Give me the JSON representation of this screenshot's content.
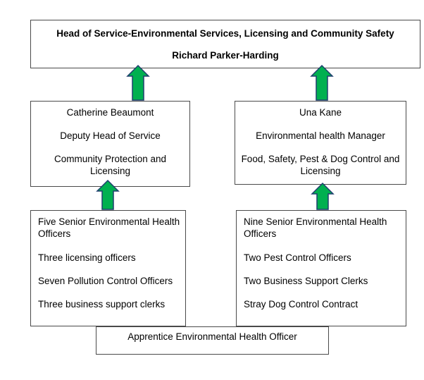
{
  "head": {
    "title": "Head of Service-Environmental Services, Licensing and Community Safety",
    "name": "Richard Parker-Harding"
  },
  "left_manager": {
    "name": "Catherine Beaumont",
    "role": "Deputy Head of Service",
    "area": "Community Protection and Licensing"
  },
  "right_manager": {
    "name": "Una Kane",
    "role": "Environmental health Manager",
    "area": "Food, Safety, Pest & Dog Control and Licensing"
  },
  "left_team": {
    "items": [
      "Five Senior Environmental Health Officers",
      "Three licensing officers",
      "Seven Pollution Control Officers",
      "Three business support clerks"
    ]
  },
  "right_team": {
    "items": [
      "Nine Senior Environmental Health Officers",
      "Two Pest Control Officers",
      "Two Business Support Clerks",
      "Stray Dog Control Contract"
    ]
  },
  "apprentice": {
    "label": "Apprentice Environmental Health Officer"
  },
  "colors": {
    "arrow_fill": "#00b050",
    "arrow_stroke": "#1f3f6e",
    "box_border": "#4a4a4a"
  }
}
